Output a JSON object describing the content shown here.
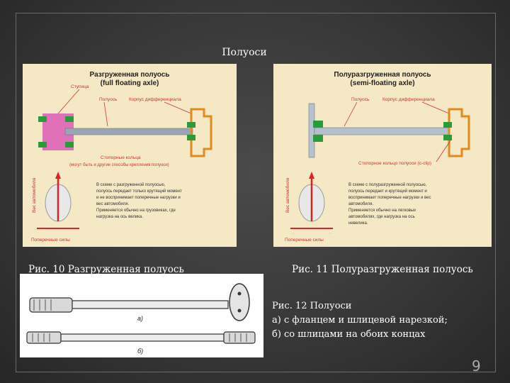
{
  "slide": {
    "title": "Полуоси",
    "page_number": "9",
    "fig1": {
      "caption": "Рис. 10 Разгруженная полуось",
      "heading1": "Разгруженная полуось",
      "heading2": "(full floating axle)",
      "label_hub": "Ступица",
      "label_axle": "Полуось",
      "label_housing": "Корпус дифференциала",
      "label_retaining": "Стопорные кольца",
      "label_retaining_note": "(могут быть и другие способы крепления полуоси)",
      "label_weight": "Вес автомобиля",
      "label_lateral": "Поперечные силы",
      "description": [
        "В схеме с разгруженной полуосью,",
        "полуось передает только крутящий момент",
        "и не воспринимает поперечные нагрузки и",
        "вес автомобиля.",
        "Применяется обычно на грузовиках, где",
        "нагрузка на ось велика."
      ]
    },
    "fig2": {
      "caption": "Рис. 11 Полуразгруженная полуось",
      "heading1": "Полуразгруженная полуось",
      "heading2": "(semi-floating axle)",
      "label_axle": "Полуось",
      "label_housing": "Корпус дифференциала",
      "label_clip": "Стопорное кольцо полуоси (c-clip)",
      "label_weight": "Вес автомобиля",
      "label_lateral": "Поперечные силы",
      "description": [
        "В схеме с полуразгруженной полуосью,",
        "полуось передает и крутящий момент и",
        "воспринимает поперечные нагрузки и вес",
        "автомобиля.",
        "Применяется обычно на легковых",
        "автомобилях, где нагрузка на ось",
        "невелика."
      ]
    },
    "fig12": {
      "caption_lines": [
        "Рис. 12 Полуоси",
        "а) с фланцем и шлицевой нарезкой;",
        "б) со шлицами на обоих концах"
      ],
      "label_a": "а)",
      "label_b": "б)"
    }
  }
}
